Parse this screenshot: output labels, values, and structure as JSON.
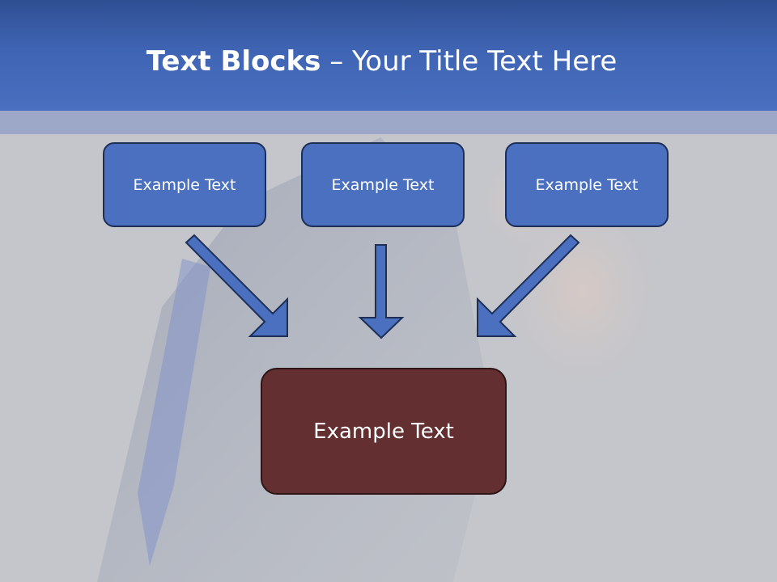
{
  "slide": {
    "title_bold": "Text Blocks",
    "title_dash": " – ",
    "title_rest": "Your Title Text Here",
    "boxes": [
      {
        "label": "Example Text"
      },
      {
        "label": "Example Text"
      },
      {
        "label": "Example Text"
      }
    ],
    "target": {
      "label": "Example Text"
    }
  },
  "colors": {
    "header": "#3f64b3",
    "box_fill": "#4a70bf",
    "target_fill": "#632f30",
    "background": "#c4c6cb"
  }
}
